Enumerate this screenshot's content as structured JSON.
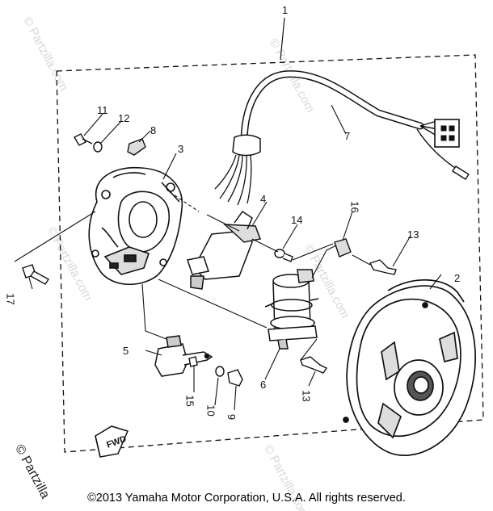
{
  "copyright": "©2013 Yamaha Motor Corporation, U.S.A. All rights reserved.",
  "side_watermark": "© Partzilla",
  "watermark": "© Partzilla.com",
  "fwd_mark": "FWD",
  "callouts": {
    "c1": "1",
    "c2": "2",
    "c3": "3",
    "c4": "4",
    "c5": "5",
    "c6": "6",
    "c7": "7",
    "c8": "8",
    "c9": "9",
    "c10": "10",
    "c11": "11",
    "c12": "12",
    "c13a": "13",
    "c13b": "13",
    "c14": "14",
    "c15": "15",
    "c16": "16",
    "c17": "17"
  }
}
